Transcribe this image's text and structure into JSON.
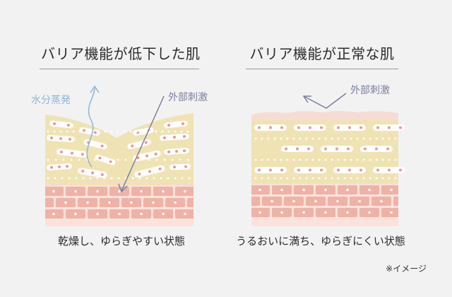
{
  "left": {
    "title": "バリア機能が低下した肌",
    "caption": "乾燥し、ゆらぎやすい状態",
    "label_evaporation": "水分蒸発",
    "label_stimulus": "外部刺激"
  },
  "right": {
    "title": "バリア機能が正常な肌",
    "caption": "うるおいに満ち、ゆらぎにくい状態",
    "label_stimulus": "外部刺激"
  },
  "note": "※イメージ",
  "colors": {
    "background": "#f2f2f2",
    "stratum_bg": "#f0e3b3",
    "horny_cell": "#ffffff",
    "cell_dot": "#e59a97",
    "basal_cell": "#eeb3a6",
    "basal_mortar": "#fbe2db",
    "evaporation_arrow": "#8fb4d8",
    "stimulus_arrow": "#7b7f9e"
  }
}
